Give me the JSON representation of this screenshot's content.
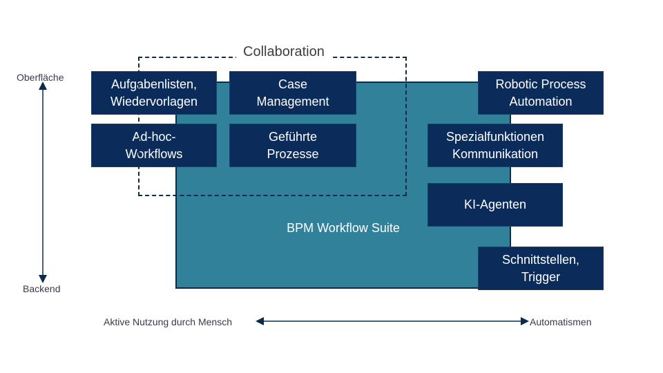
{
  "axis": {
    "vertical_top": "Oberfläche",
    "vertical_bottom": "Backend",
    "horizontal_left": "Aktive Nutzung durch Mensch",
    "horizontal_right": "Automatismen"
  },
  "collaboration_label": "Collaboration",
  "suite_label": "BPM Workflow Suite",
  "boxes": {
    "aufgabenlisten": "Aufgabenlisten,\nWiedervorlagen",
    "case_management": "Case\nManagement",
    "rpa": "Robotic Process\nAutomation",
    "adhoc": "Ad-hoc-\nWorkflows",
    "gefuehrte": "Geführte\nProzesse",
    "spezial": "Spezialfunktionen\nKommunikation",
    "ki": "KI-Agenten",
    "schnittstellen": "Schnittstellen,\nTrigger"
  },
  "colors": {
    "suite_fill": "#32819a",
    "box_fill": "#0b2c5a",
    "line": "#0c2b4a"
  }
}
